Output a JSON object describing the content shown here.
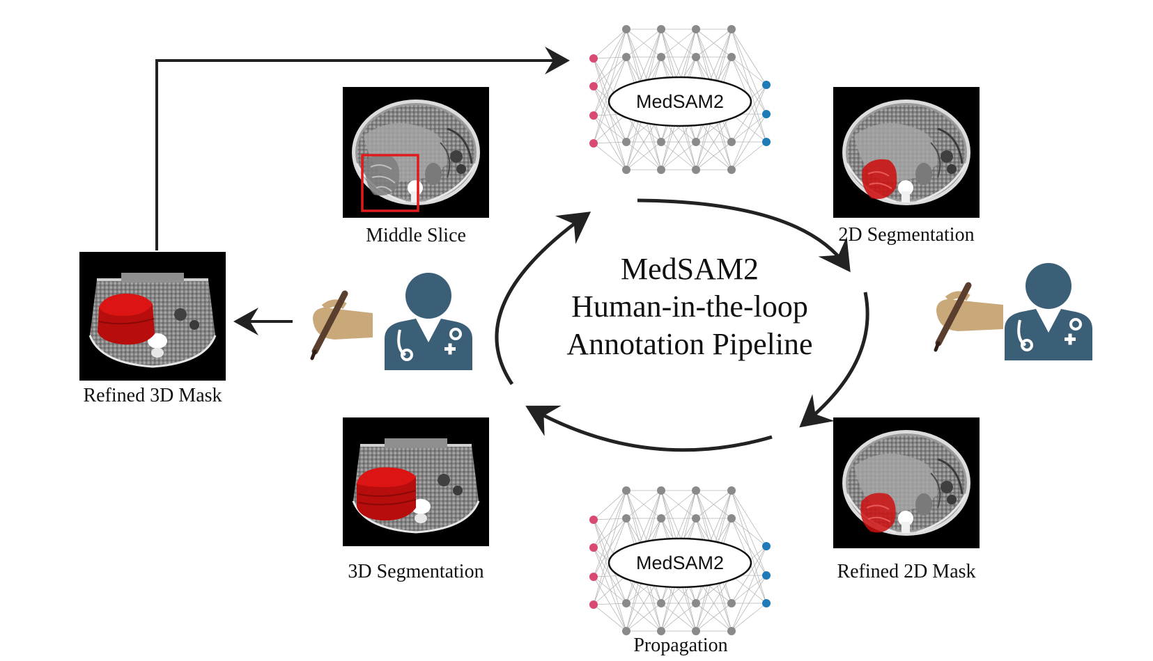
{
  "center": {
    "line1": "MedSAM2",
    "line2": "Human-in-the-loop",
    "line3": "Annotation Pipeline"
  },
  "captions": {
    "middle_slice": "Middle Slice",
    "seg_2d": "2D Segmentation",
    "refined_2d": "Refined 2D Mask",
    "seg_3d": "3D Segmentation",
    "refined_3d": "Refined 3D Mask",
    "propagation": "Propagation"
  },
  "networks": {
    "top_label": "MedSAM2",
    "bottom_label": "MedSAM2"
  },
  "colors": {
    "input_node": "#d94a72",
    "hidden_node": "#8a8a8a",
    "output_node": "#1f7ab8",
    "doctor": "#3c5f78",
    "hand": "#c9a87a",
    "pen": "#5a3e2e",
    "mask": "#cc1111",
    "box": "#e01b1b"
  },
  "icons": [
    "doctor-icon",
    "hand-with-pen-icon",
    "arrow-icon"
  ]
}
